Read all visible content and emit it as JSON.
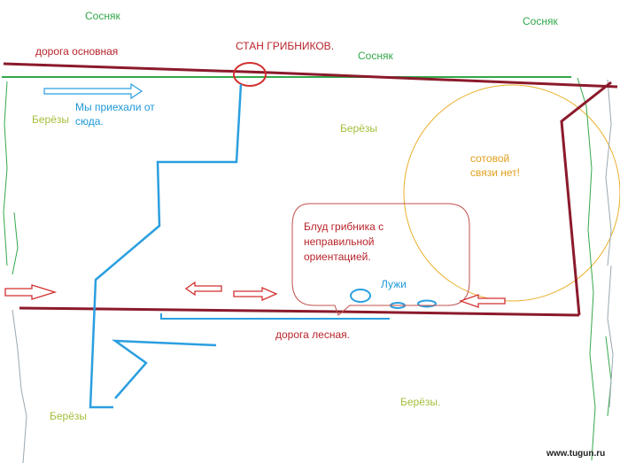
{
  "map": {
    "forests": {
      "pine_top_left": "Сосняк",
      "pine_top_right": "Сосняк",
      "pine_center": "Сосняк",
      "birch_left": "Берёзы",
      "birch_center": "Берёзы",
      "birch_bottom_left": "Берёзы",
      "birch_bottom_right": "Берёзы."
    },
    "roads": {
      "main_road": "дорога основная",
      "forest_road": "дорога лесная."
    },
    "camp": "СТАН ГРИБНИКОВ.",
    "arrival_note": "Мы приехали от сюда.",
    "no_signal": "сотовой связи нет!",
    "callout": "Блуд грибника с неправильной ориентацией.",
    "puddles": "Лужи",
    "watermark": "www.tugun.ru"
  },
  "colors": {
    "road": "#8b1a2b",
    "path": "#2b9fe0",
    "pine": "#33a84a",
    "birch": "#a3bf3a",
    "signal_zone": "#e8b02a",
    "callout_border": "#c0504d"
  }
}
